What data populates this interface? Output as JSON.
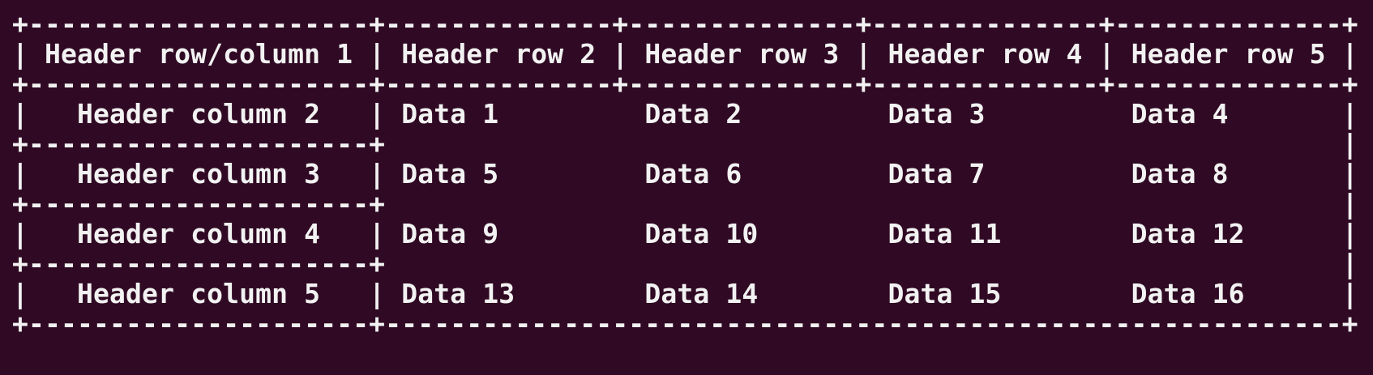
{
  "terminal": {
    "background_color": "#300a24",
    "text_color": "#f2f2f2"
  },
  "table": {
    "corner_header": "Header row/column 1",
    "column_headers": [
      "Header row 2",
      "Header row 3",
      "Header row 4",
      "Header row 5"
    ],
    "row_headers": [
      "Header column 2",
      "Header column 3",
      "Header column 4",
      "Header column 5"
    ],
    "rows": [
      [
        "Data 1",
        "Data 2",
        "Data 3",
        "Data 4"
      ],
      [
        "Data 5",
        "Data 6",
        "Data 7",
        "Data 8"
      ],
      [
        "Data 9",
        "Data 10",
        "Data 11",
        "Data 12"
      ],
      [
        "Data 13",
        "Data 14",
        "Data 15",
        "Data 16"
      ]
    ],
    "layout": {
      "header_col_width": 21,
      "data_col_width": 14,
      "border_style": "ascii-plus-dash"
    }
  }
}
